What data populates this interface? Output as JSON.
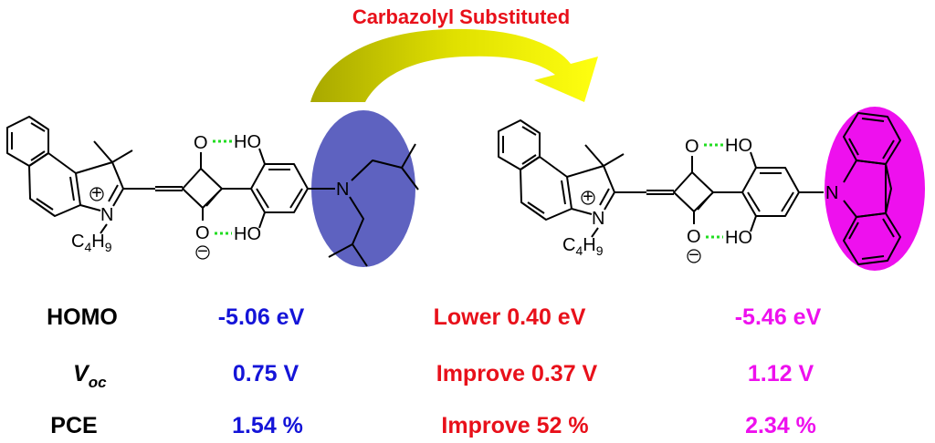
{
  "title": "Carbazolyl Substituted",
  "colors": {
    "title": "#e8101a",
    "blue": "#1414d8",
    "red": "#e8101a",
    "magenta": "#ee10ee",
    "donor_ellipse": "#5e62c0",
    "carbazole_ellipse": "#ee10ee",
    "hbond": "#22dd22",
    "arrow_start": "#a8a800",
    "arrow_end": "#ffff10"
  },
  "atoms": {
    "O": "O",
    "HO": "HO",
    "N": "N",
    "plus": "+",
    "minus": "−",
    "alkyl": {
      "c": "C",
      "n1": "4",
      "h": "H",
      "n2": "9"
    }
  },
  "table": {
    "rows": [
      {
        "label": "HOMO",
        "label_sub": "",
        "before": "-5.06 eV",
        "change": "Lower 0.40 eV",
        "after": "-5.46 eV"
      },
      {
        "label": "V",
        "label_sub": "oc",
        "before": "0.75  V",
        "change": "Improve 0.37 V",
        "after": "1.12  V"
      },
      {
        "label": "PCE",
        "label_sub": "",
        "before": "1.54 %",
        "change": "Improve 52 %",
        "after": "2.34 %"
      }
    ]
  }
}
